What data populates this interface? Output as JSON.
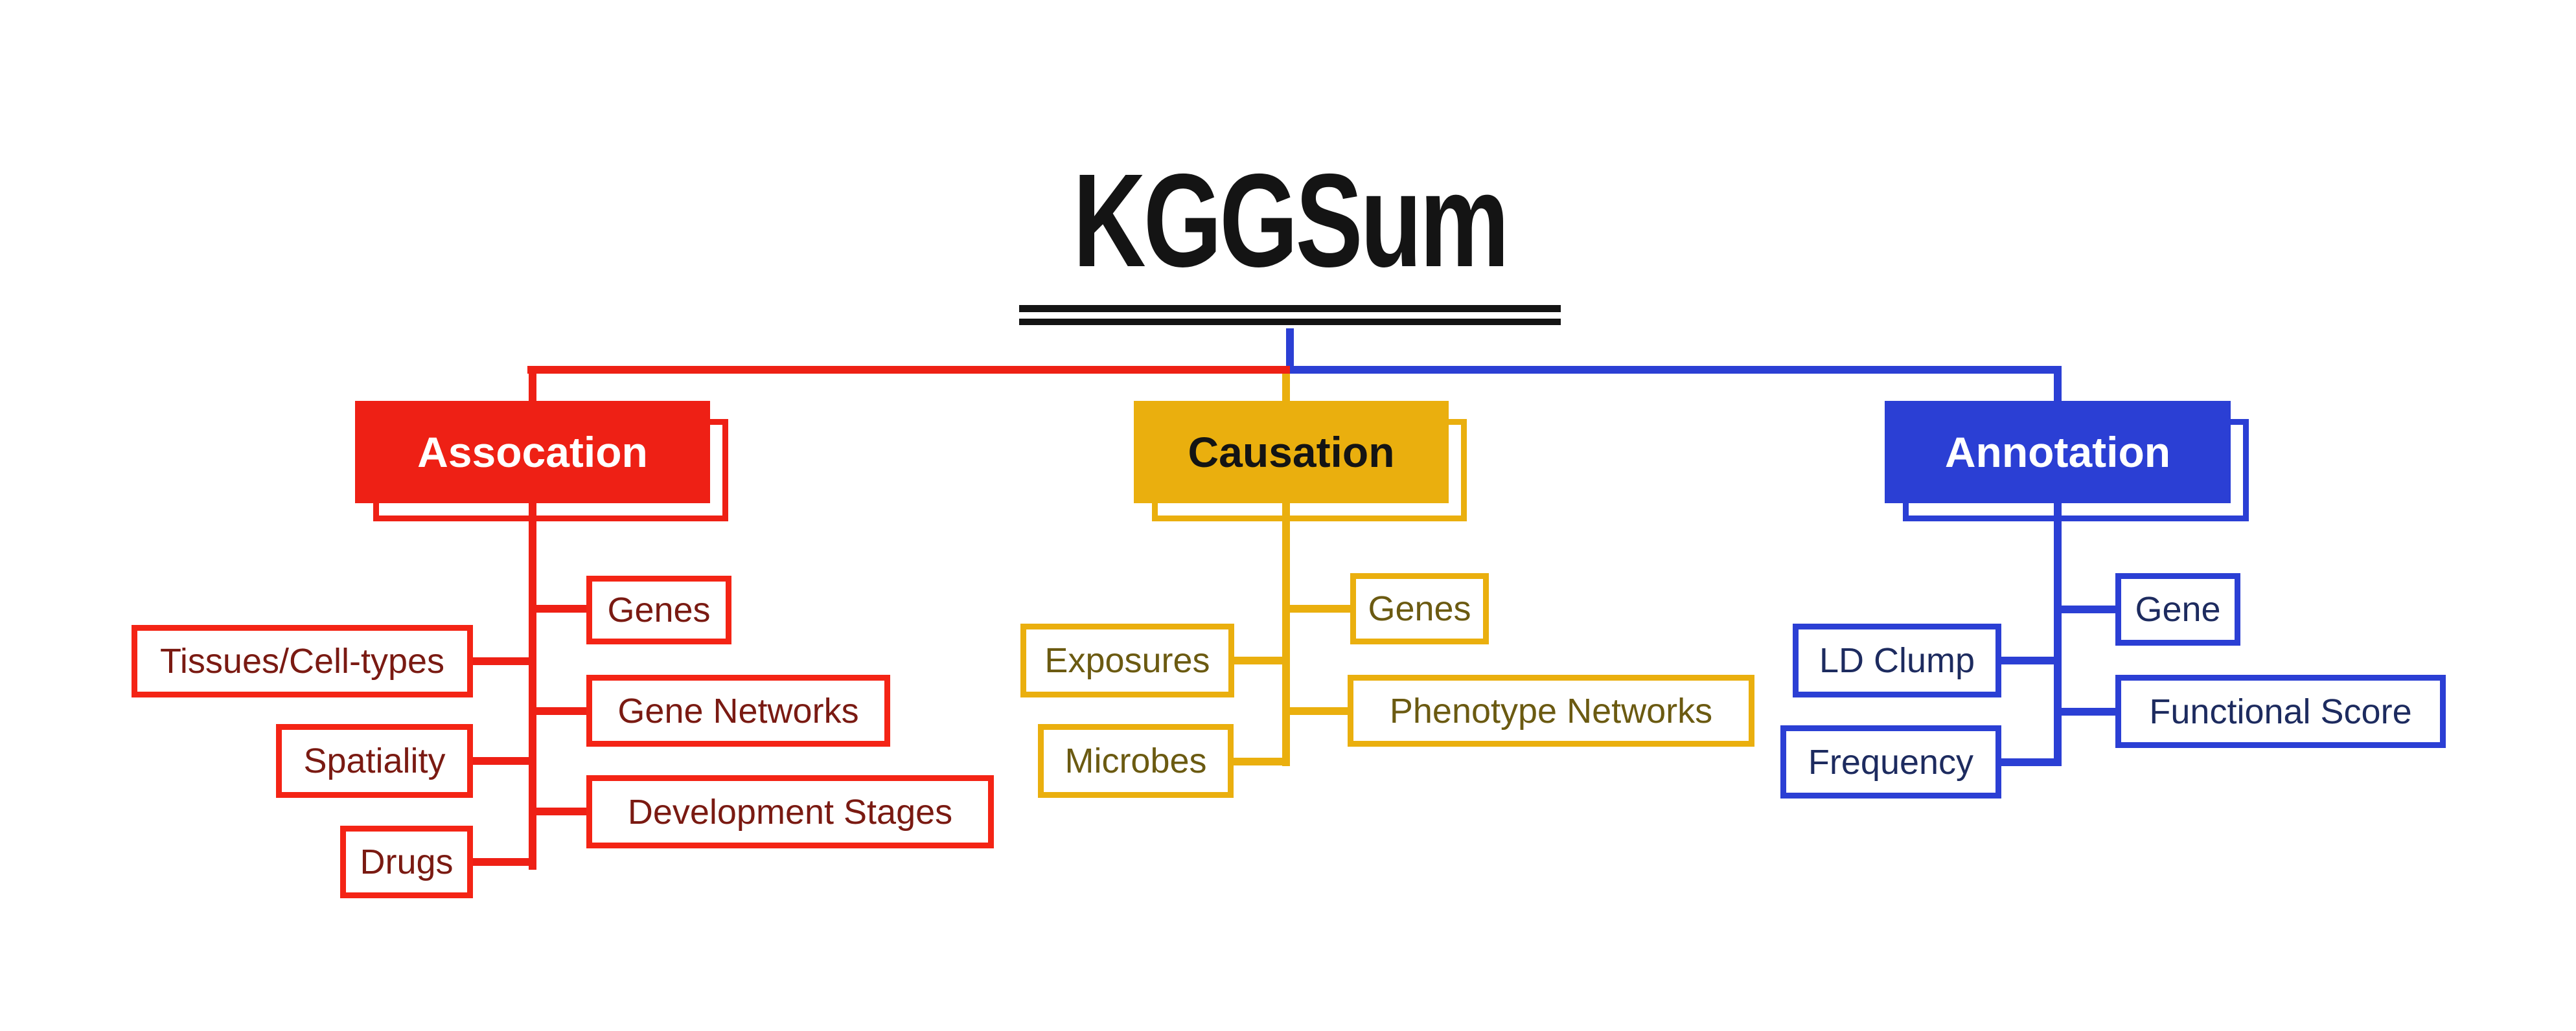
{
  "title": {
    "text": "KGGSum"
  },
  "colors": {
    "red": "#ee2015",
    "gold": "#eaaf0e",
    "blue": "#2b3fd4",
    "ink": "#141414",
    "red_child_text": "#7a1a12",
    "gold_child_text": "#6b5a11",
    "blue_child_text": "#1d2b5f"
  },
  "branches": [
    {
      "label": "Assocation",
      "color": "#ee2015",
      "label_color": "#ffffff",
      "children": [
        {
          "label": "Genes"
        },
        {
          "label": "Tissues/Cell-types"
        },
        {
          "label": "Gene Networks"
        },
        {
          "label": "Spatiality"
        },
        {
          "label": "Development Stages"
        },
        {
          "label": "Drugs"
        }
      ]
    },
    {
      "label": "Causation",
      "color": "#eaaf0e",
      "label_color": "#141414",
      "children": [
        {
          "label": "Genes"
        },
        {
          "label": "Exposures"
        },
        {
          "label": "Phenotype Networks"
        },
        {
          "label": "Microbes"
        }
      ]
    },
    {
      "label": "Annotation",
      "color": "#2b3fd4",
      "label_color": "#ffffff",
      "children": [
        {
          "label": "Gene"
        },
        {
          "label": "LD Clump"
        },
        {
          "label": "Functional Score"
        },
        {
          "label": "Frequency"
        }
      ]
    }
  ]
}
